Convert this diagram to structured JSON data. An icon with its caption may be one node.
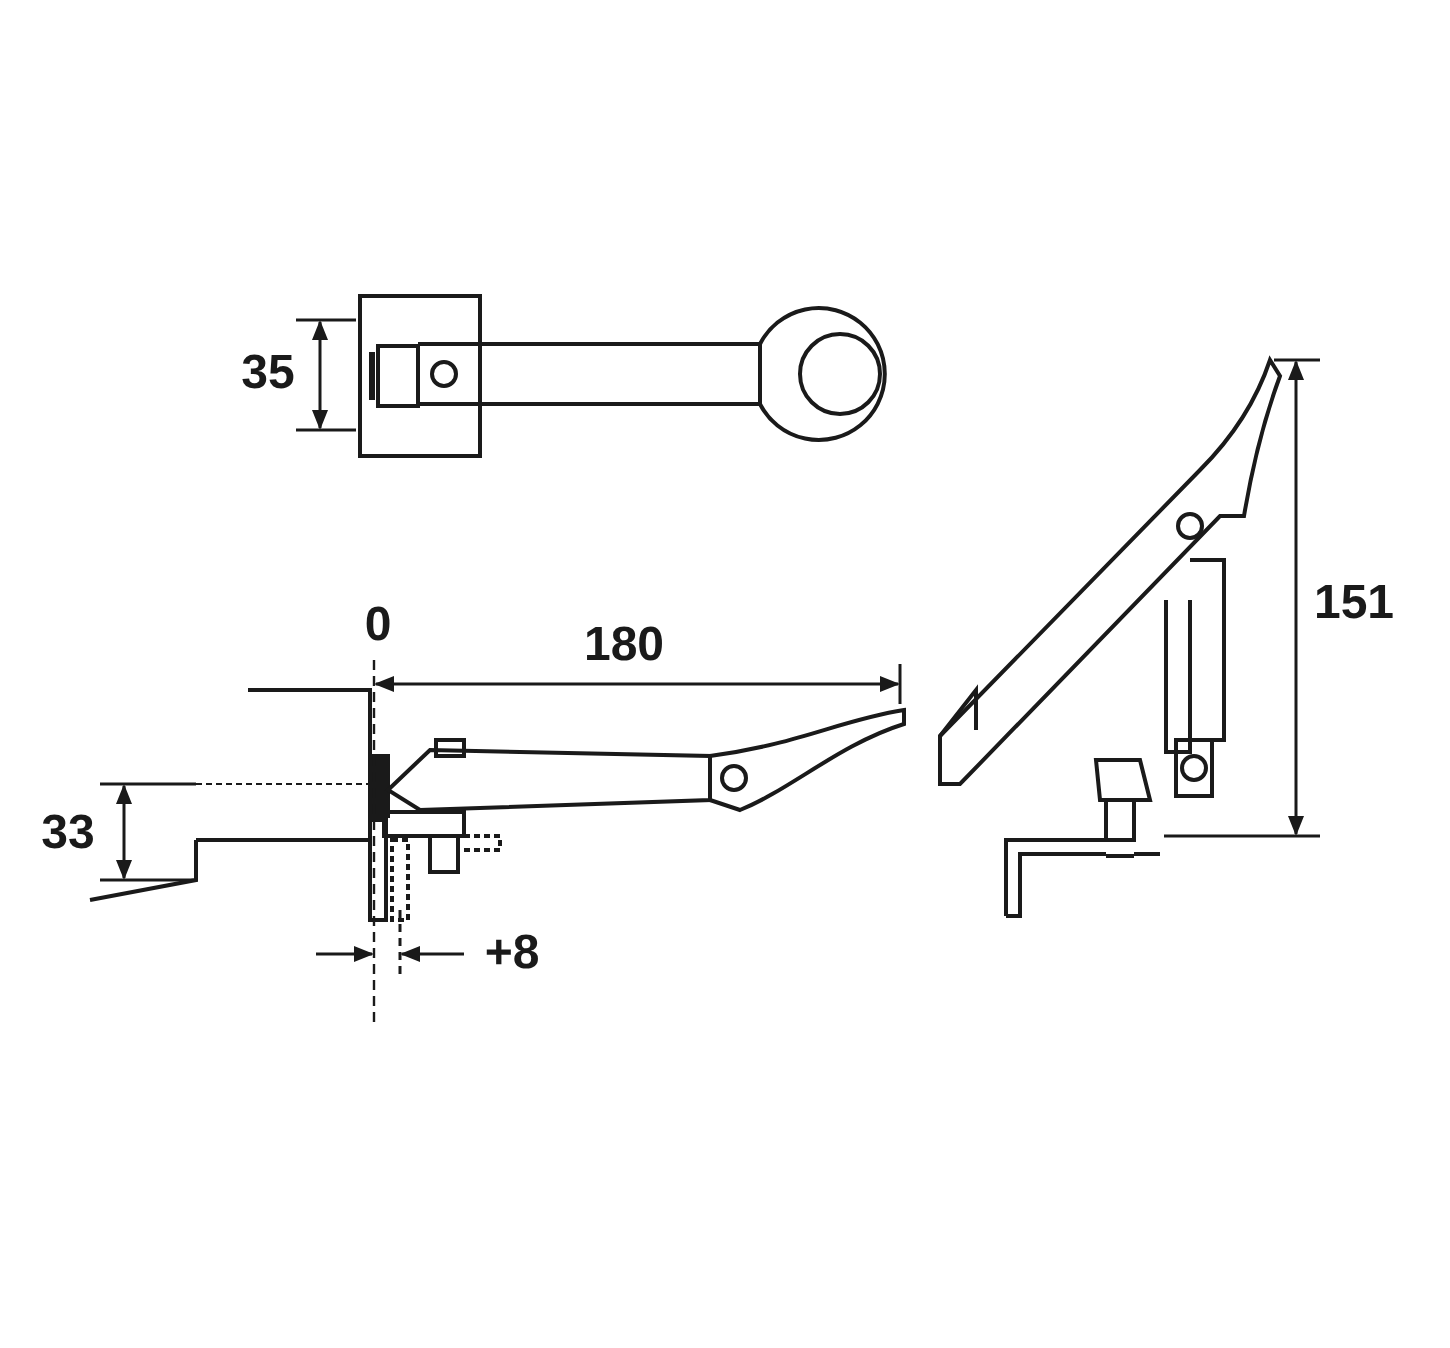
{
  "diagram": {
    "labels": [
      "35",
      "0",
      "180",
      "151",
      "33",
      "+8"
    ]
  }
}
